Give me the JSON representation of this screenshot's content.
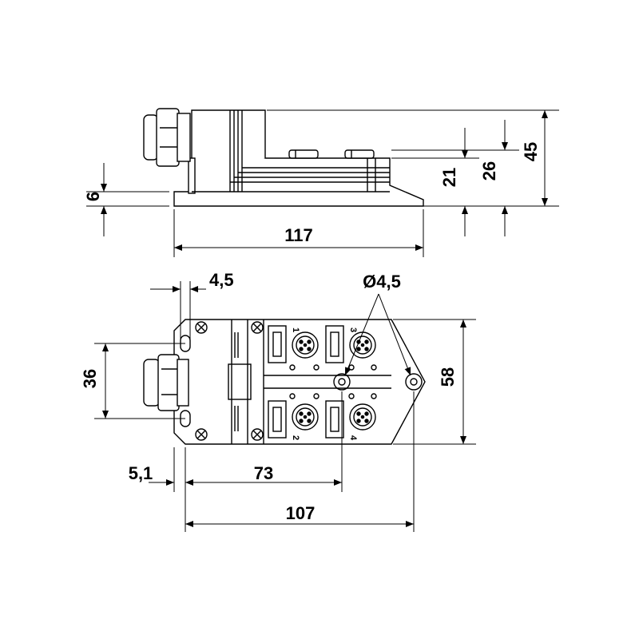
{
  "drawing": {
    "side_view": {
      "dim_overall_length": "117",
      "dim_foot_height": "6",
      "dim_height_21": "21",
      "dim_height_26": "26",
      "dim_height_45": "45"
    },
    "top_view": {
      "dim_hole_offset": "4,5",
      "dim_hole_diameter": "Ø4,5",
      "dim_gland_spacing": "36",
      "dim_width": "58",
      "dim_offset_left": "5,1",
      "dim_hole_distance": "73",
      "dim_body_length": "107",
      "port_labels": [
        "1",
        "2",
        "3",
        "4"
      ]
    }
  }
}
